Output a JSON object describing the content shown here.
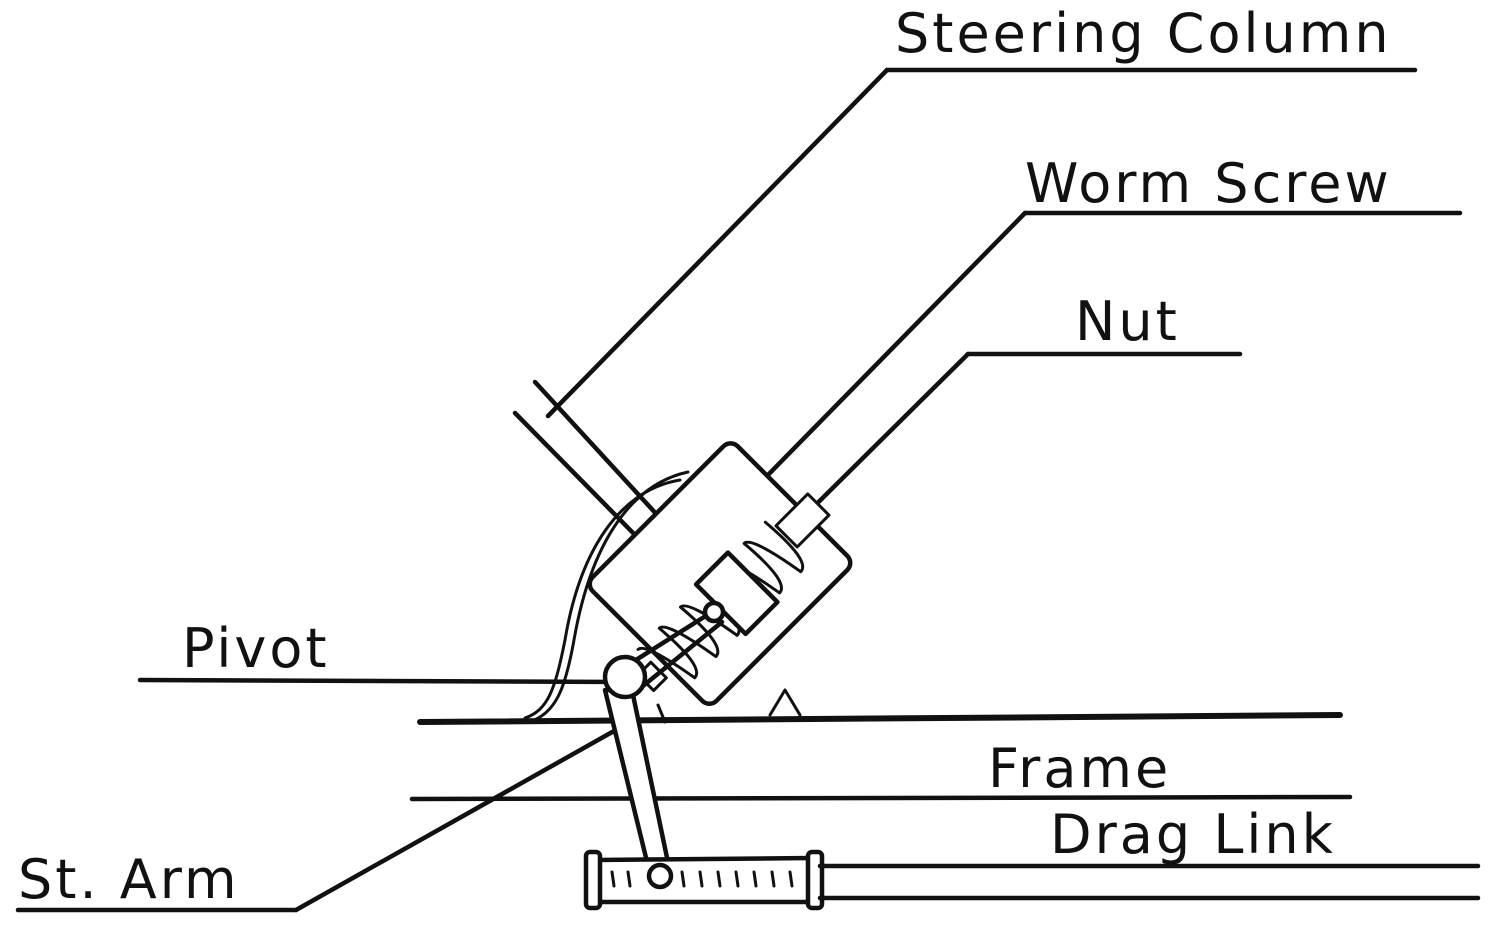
{
  "labels": {
    "steering_column": "Steering Column",
    "worm_screw": "Worm Screw",
    "nut": "Nut",
    "pivot": "Pivot",
    "frame": "Frame",
    "drag_link": "Drag Link",
    "steering_arm": "St. Arm"
  },
  "colors": {
    "ink": "#111111",
    "paper": "#ffffff"
  }
}
